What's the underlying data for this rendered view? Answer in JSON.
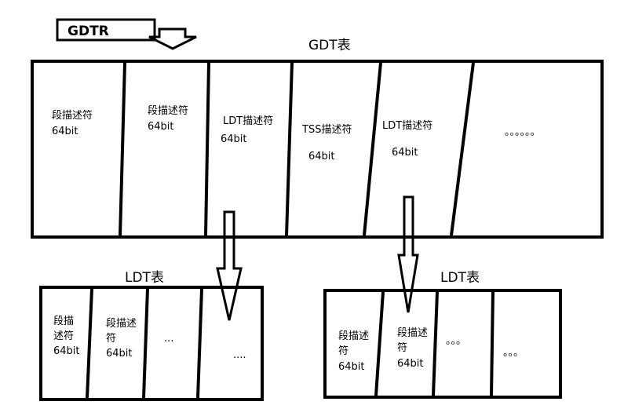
{
  "gdtr": {
    "label": "GDTR"
  },
  "gdt": {
    "title": "GDT表",
    "cells": [
      {
        "line1": "段描述符",
        "line2": "64bit"
      },
      {
        "line1": "段描述符",
        "line2": "64bit"
      },
      {
        "line1": "LDT描述符",
        "line2": "64bit"
      },
      {
        "line1": "TSS描述符",
        "line2": "64bit"
      },
      {
        "line1": "LDT描述符",
        "line2": "64bit"
      },
      {
        "line1": "。。。。。。"
      }
    ]
  },
  "ldt_left": {
    "title": "LDT表",
    "cells": [
      {
        "line1": "段描",
        "line2": "述符",
        "line3": "64bit"
      },
      {
        "line1": "段描述",
        "line2": "符",
        "line3": "64bit"
      },
      {
        "line1": "..."
      },
      {
        "line1": "...."
      }
    ]
  },
  "ldt_right": {
    "title": "LDT表",
    "cells": [
      {
        "line1": "段描述",
        "line2": "符",
        "line3": "64bit"
      },
      {
        "line1": "段描述",
        "line2": "符",
        "line3": "64bit"
      },
      {
        "line1": "。。。"
      },
      {
        "line1": "。。。"
      }
    ]
  }
}
